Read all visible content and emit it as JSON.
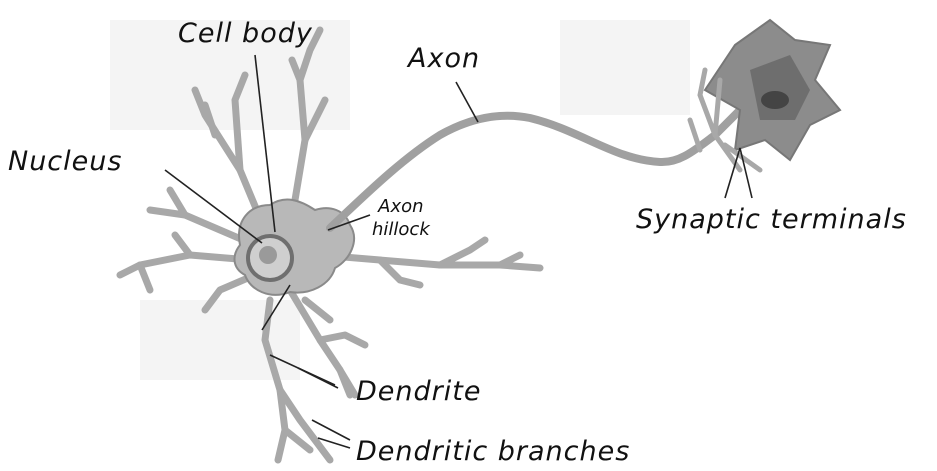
{
  "labels": {
    "cell_body": "Cell body",
    "axon": "Axon",
    "nucleus": "Nucleus",
    "axon_hillock_line1": "Axon",
    "axon_hillock_line2": "hillock",
    "synaptic_terminals": "Synaptic terminals",
    "dendrite": "Dendrite",
    "dendritic_branches": "Dendritic branches"
  },
  "colors": {
    "background": "#ffffff",
    "cell_fill": "#b8b8b8",
    "cell_outline": "#8a8a8a",
    "nucleus": "#6f6f6f",
    "terminal_dark": "#555555",
    "leader_line": "#222222"
  }
}
